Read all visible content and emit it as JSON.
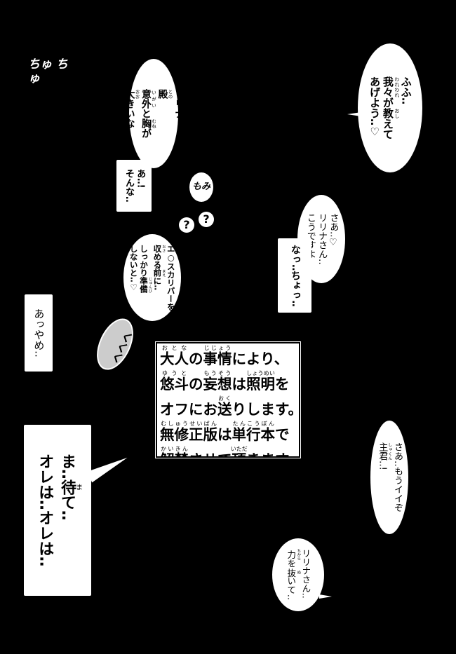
{
  "bubbles": [
    {
      "id": "bubble-fufu",
      "lines": [
        "ふふ‥",
        [
          [
            "我々",
            "われわれ"
          ],
          "が",
          [
            "教",
            "おし"
          ],
          "えて"
        ],
        "あげよう‥♡"
      ]
    },
    {
      "id": "bubble-ririna-dono",
      "lines": [
        [
          "リリナ"
        ],
        [
          [
            "殿",
            "との"
          ]
        ],
        [
          [
            "意外",
            "いがい"
          ],
          "と",
          [
            "胸",
            "むね"
          ],
          "が"
        ],
        [
          [
            "大",
            "おお"
          ],
          "きいな‥"
        ]
      ]
    },
    {
      "id": "bubble-a-sonna",
      "lines": [
        "あ‥!",
        "そんな‥"
      ]
    },
    {
      "id": "bubble-excalibur",
      "lines": [
        "エ○スカリバーを",
        [
          [
            "収",
            "おさ"
          ],
          "める",
          [
            "前",
            "まえ"
          ],
          "に‥"
        ],
        [
          "しっかり",
          [
            "準備",
            "じゅんび"
          ]
        ],
        "しないと‥♡"
      ]
    },
    {
      "id": "bubble-saa-ririna",
      "lines": [
        "さあ‥♡",
        "リリナさん‥",
        "こうですよ"
      ]
    },
    {
      "id": "bubble-na-chotto",
      "lines": [
        "なっ‥ちょっ‥"
      ]
    },
    {
      "id": "bubble-a-yame",
      "lines": [
        "あっやめ‥"
      ]
    },
    {
      "id": "bubble-mate",
      "lines": [
        [
          "ま‥",
          [
            "待",
            "ま"
          ],
          "て‥"
        ],
        "オレは‥オレは‥"
      ]
    },
    {
      "id": "bubble-mou-ii",
      "lines": [
        "さあ‥もうイイぞ",
        [
          [
            "主君",
            "しゅくん"
          ],
          "‥!"
        ]
      ]
    },
    {
      "id": "bubble-chikara",
      "lines": [
        "リリナさん‥",
        [
          [
            "力",
            "ちから"
          ],
          "を",
          [
            "抜",
            "ぬ"
          ],
          "いて‥"
        ]
      ]
    }
  ],
  "caption": {
    "lines": [
      [
        [
          "大人",
          "おとな"
        ],
        "の",
        [
          "事情",
          "じじょう"
        ],
        "により、"
      ],
      [
        [
          "悠斗",
          "ゆうと"
        ],
        "の",
        [
          "妄想",
          "もうそう"
        ],
        "は",
        [
          "照明",
          "しょうめい"
        ],
        "を"
      ],
      [
        "オフにお",
        [
          "送",
          "おく"
        ],
        "りします。"
      ],
      [
        [
          "無修正版",
          "むしゅうせいばん"
        ],
        "は",
        [
          "単行本",
          "たんこうぼん"
        ],
        "で"
      ],
      [
        [
          "解禁",
          "かいきん"
        ],
        "させて",
        [
          "頂",
          "いただ"
        ],
        "きます。"
      ]
    ]
  },
  "sfx": {
    "chu_chu": "ちゅ ちゅ",
    "momi": "もみ",
    "kuku": "くくく",
    "question_1": "?",
    "question_2": "?"
  },
  "colors": {
    "background": "#000000",
    "bubble": "#ffffff",
    "text": "#000000"
  }
}
